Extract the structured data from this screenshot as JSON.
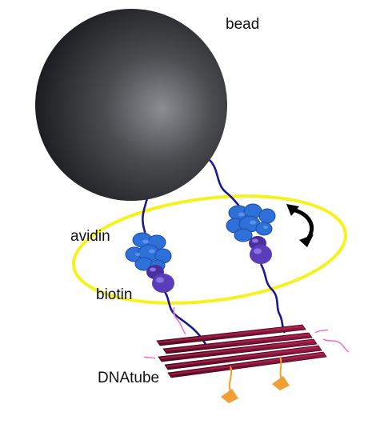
{
  "labels": {
    "bead": "bead",
    "avidin": "avidin",
    "biotin": "biotin",
    "dna_tube": "DNAtube"
  },
  "colors": {
    "bead_highlight": "#8a8d92",
    "bead_dark": "#1c1d20",
    "avidin": "#2f6fd8",
    "biotin": "#5a3db8",
    "tether": "#1a1a8c",
    "ring": "#f5f21e",
    "dna_tube": "#7a1030",
    "dangling_strand": "#e878c8",
    "attachment": "#f0a030",
    "rotation_arrow": "#000000"
  },
  "icons": {
    "rotation": "curved-double-arrow-icon"
  }
}
